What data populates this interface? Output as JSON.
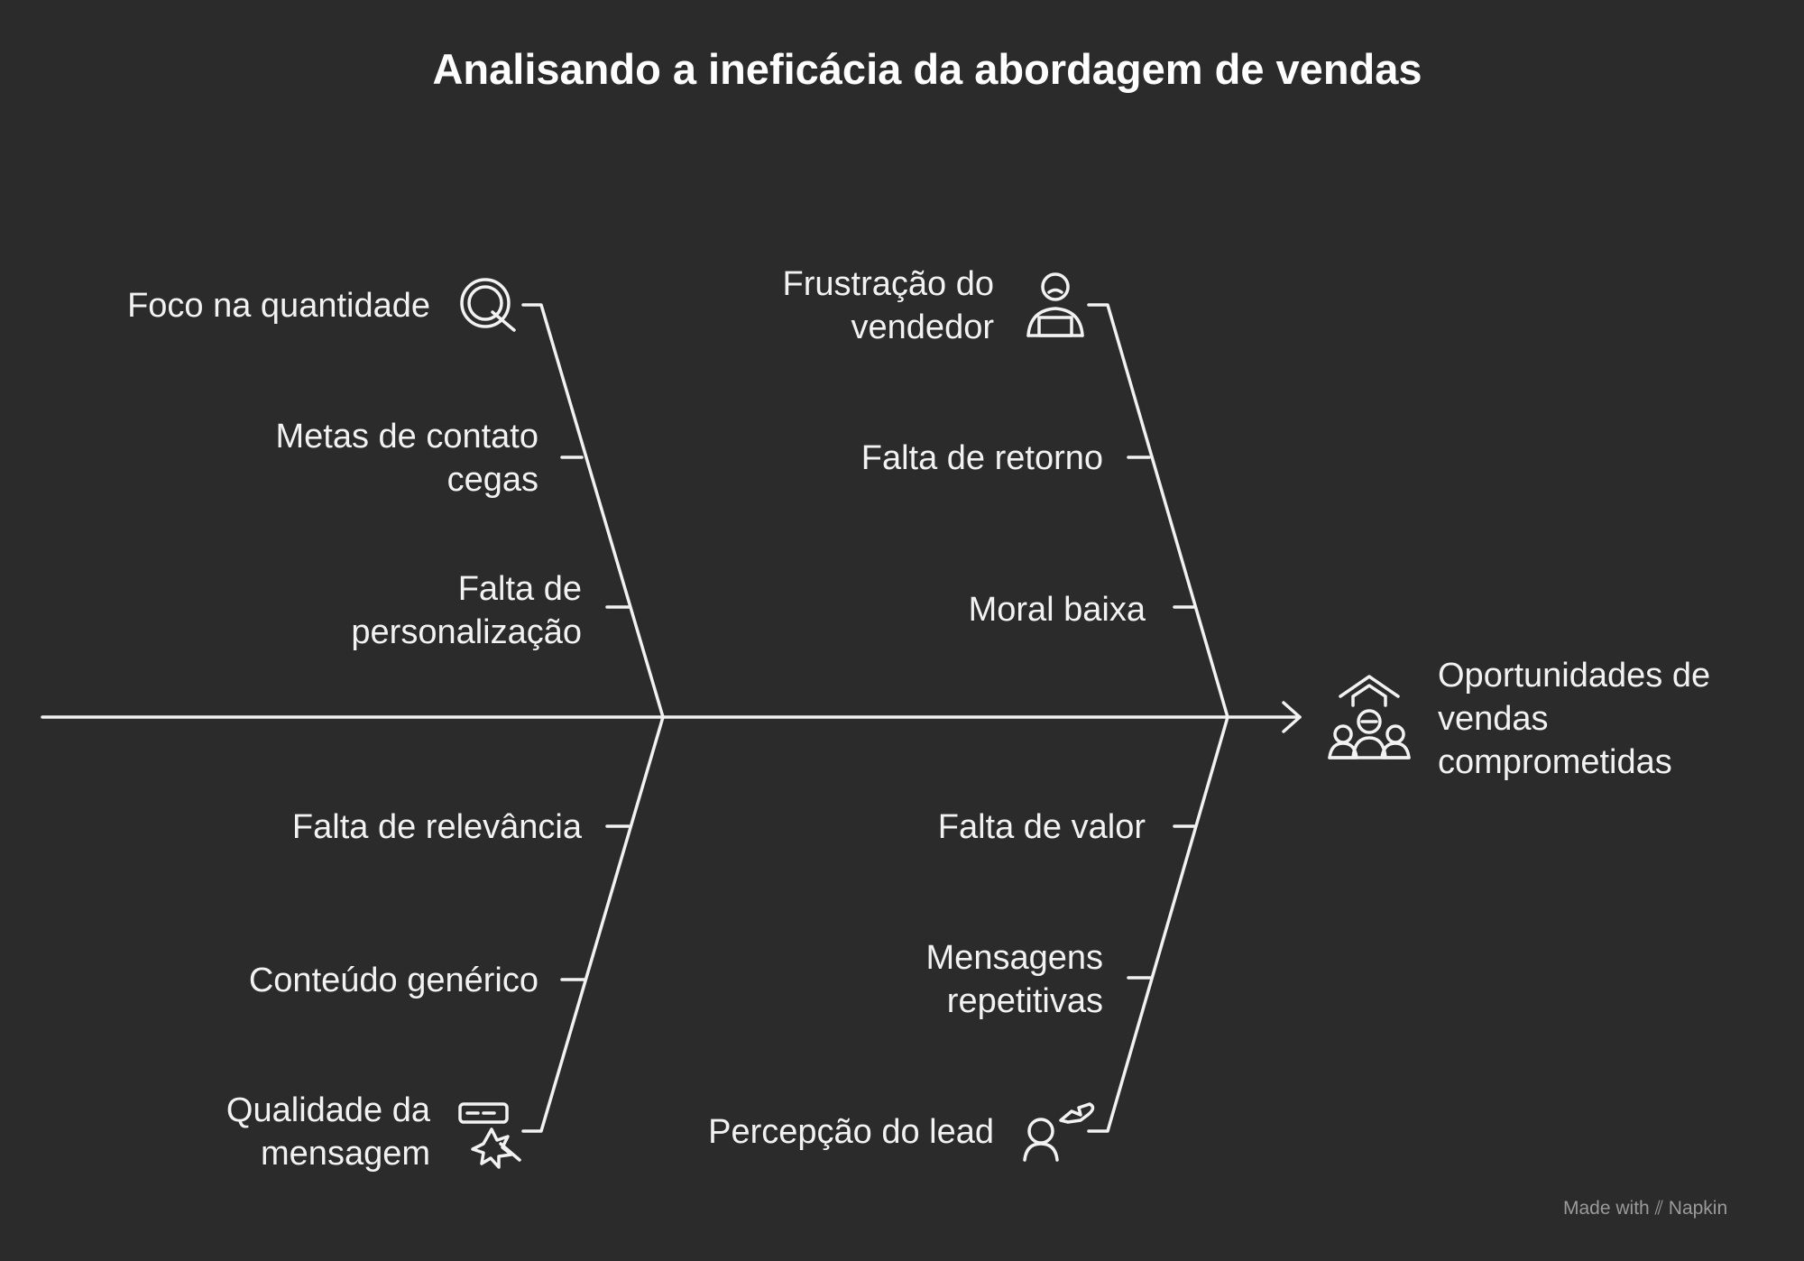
{
  "title": "Analisando a ineficácia da abordagem de vendas",
  "effect": {
    "label_lines": [
      "Oportunidades de",
      "vendas",
      "comprometidas"
    ],
    "icon": "group-arrow-up-icon"
  },
  "categories": [
    {
      "label_lines": [
        "Foco na quantidade"
      ],
      "icon": "magnifier-q-icon",
      "causes": [
        [
          "Metas de contato",
          "cegas"
        ],
        [
          "Falta de",
          "personalização"
        ]
      ]
    },
    {
      "label_lines": [
        "Frustração do",
        "vendedor"
      ],
      "icon": "frustrated-seller-icon",
      "causes": [
        [
          "Falta de retorno"
        ],
        [
          "Moral baixa"
        ]
      ]
    },
    {
      "label_lines": [
        "Qualidade da",
        "mensagem"
      ],
      "icon": "message-click-icon",
      "causes": [
        [
          "Falta de relevância"
        ],
        [
          "Conteúdo genérico"
        ]
      ]
    },
    {
      "label_lines": [
        "Percepção do lead"
      ],
      "icon": "lead-person-icon",
      "causes": [
        [
          "Falta de valor"
        ],
        [
          "Mensagens",
          "repetitivas"
        ]
      ]
    }
  ],
  "watermark": {
    "prefix": "Made with",
    "brand": "Napkin"
  },
  "colors": {
    "background": "#2b2b2b",
    "line": "#f2f2f2"
  }
}
